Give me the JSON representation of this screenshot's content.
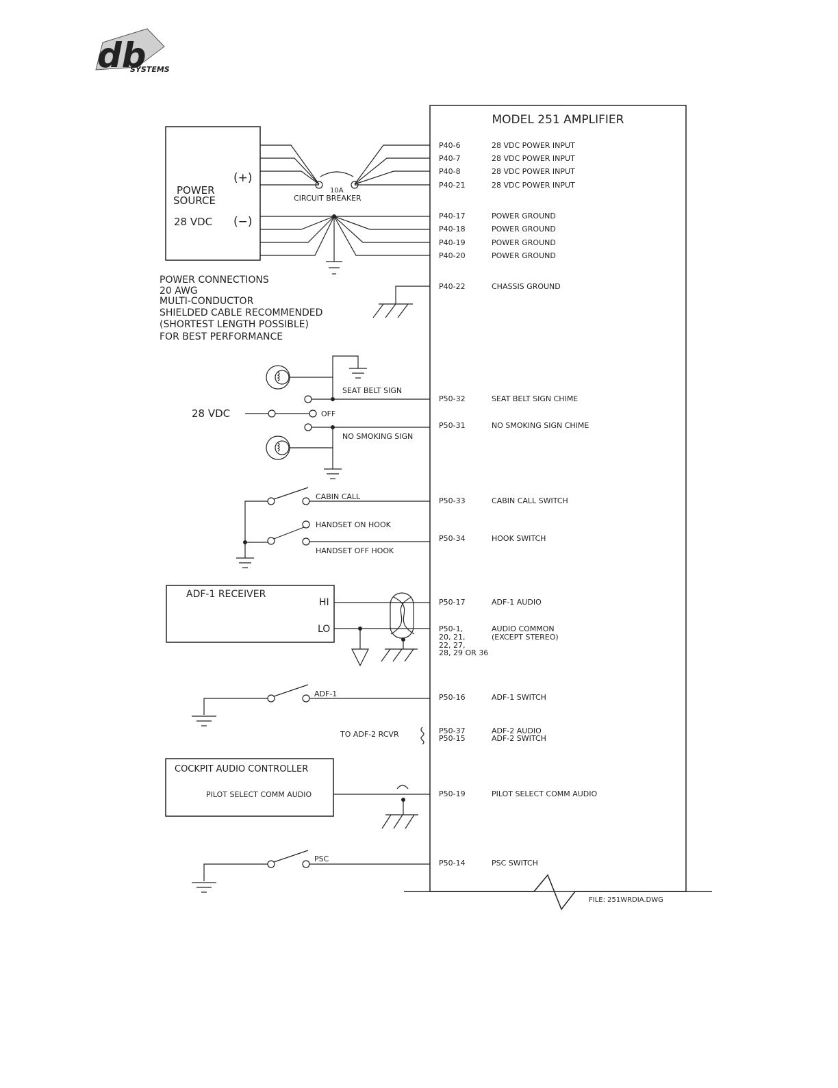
{
  "logo": {
    "mark": "db",
    "name": "SYSTEMS"
  },
  "amplifier": {
    "title": "MODEL 251 AMPLIFIER"
  },
  "power_source": {
    "line1": "POWER",
    "line2": "SOURCE",
    "voltage": "28 VDC",
    "plus": "(+)",
    "minus": "(−)"
  },
  "breaker": {
    "rating": "10A",
    "label": "CIRCUIT BREAKER"
  },
  "pins": [
    {
      "pin": "P40-6",
      "desc": "28 VDC POWER INPUT"
    },
    {
      "pin": "P40-7",
      "desc": "28 VDC POWER INPUT"
    },
    {
      "pin": "P40-8",
      "desc": "28 VDC POWER INPUT"
    },
    {
      "pin": "P40-21",
      "desc": "28 VDC POWER INPUT"
    },
    {
      "pin": "P40-17",
      "desc": "POWER GROUND"
    },
    {
      "pin": "P40-18",
      "desc": "POWER GROUND"
    },
    {
      "pin": "P40-19",
      "desc": "POWER GROUND"
    },
    {
      "pin": "P40-20",
      "desc": "POWER GROUND"
    },
    {
      "pin": "P40-22",
      "desc": "CHASSIS GROUND"
    },
    {
      "pin": "P50-32",
      "desc": "SEAT BELT SIGN CHIME"
    },
    {
      "pin": "P50-31",
      "desc": "NO SMOKING SIGN CHIME"
    },
    {
      "pin": "P50-33",
      "desc": "CABIN CALL SWITCH"
    },
    {
      "pin": "P50-34",
      "desc": "HOOK SWITCH"
    },
    {
      "pin": "P50-17",
      "desc": "ADF-1 AUDIO"
    },
    {
      "pin": "P50-16",
      "desc": "ADF-1 SWITCH"
    },
    {
      "pin": "P50-19",
      "desc": "PILOT SELECT COMM AUDIO"
    },
    {
      "pin": "P50-14",
      "desc": "PSC SWITCH"
    }
  ],
  "audio_common": {
    "pins_line1": "P50-1,",
    "pins_line2": "20, 21,",
    "pins_line3": "22, 27,",
    "pins_line4": "28, 29 OR 36",
    "desc_line1": "AUDIO COMMON",
    "desc_line2": "(EXCEPT STEREO)"
  },
  "adf2": {
    "to_label": "TO ADF-2 RCVR",
    "pin1": "P50-37",
    "pin2": "P50-15",
    "desc1": "ADF-2 AUDIO",
    "desc2": "ADF-2 SWITCH"
  },
  "power_note": [
    "POWER CONNECTIONS",
    "20 AWG",
    "MULTI-CONDUCTOR",
    "SHIELDED CABLE RECOMMENDED",
    "(SHORTEST LENGTH POSSIBLE)",
    "FOR BEST PERFORMANCE"
  ],
  "signs": {
    "seat_belt": "SEAT BELT SIGN",
    "no_smoking": "NO SMOKING SIGN",
    "off": "OFF",
    "vdc": "28 VDC"
  },
  "switches": {
    "cabin_call": "CABIN CALL",
    "on_hook": "HANDSET ON HOOK",
    "off_hook": "HANDSET OFF HOOK",
    "adf1": "ADF-1",
    "psc": "PSC"
  },
  "adf_receiver": {
    "title": "ADF-1 RECEIVER",
    "hi": "HI",
    "lo": "LO"
  },
  "cockpit": {
    "title": "COCKPIT AUDIO CONTROLLER",
    "output": "PILOT SELECT COMM AUDIO"
  },
  "file_label": "FILE: 251WRDIA.DWG"
}
